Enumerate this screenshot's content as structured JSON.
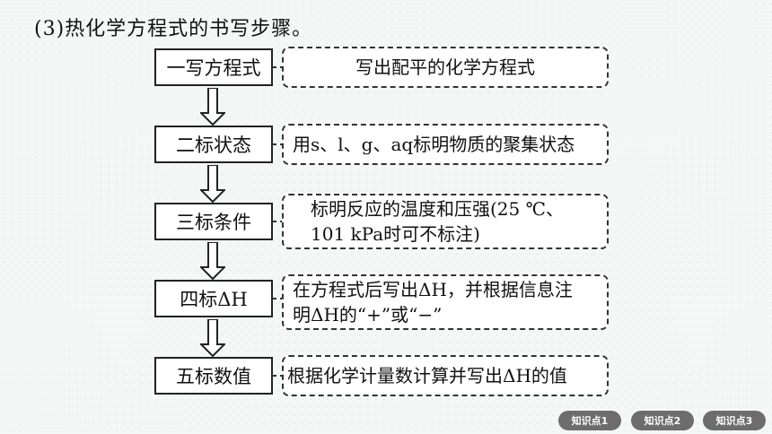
{
  "title": "(3)热化学方程式的书写步骤。",
  "steps": [
    {
      "label": "一写方程式",
      "desc": "写出配平的化学方程式"
    },
    {
      "label": "二标状态",
      "desc": "用s、l、g、aq标明物质的聚集状态"
    },
    {
      "label": "三标条件",
      "desc_line1": "标明反应的温度和压强(25 ℃、",
      "desc_line2": "101 kPa时可不标注)"
    },
    {
      "label": "四标ΔH",
      "desc_line1": "在方程式后写出ΔH，并根据信息注",
      "desc_line2": "明ΔH的“+”或“−”"
    },
    {
      "label": "五标数值",
      "desc": "根据化学计量数计算并写出ΔH的值"
    }
  ],
  "nav": [
    "知识点1",
    "知识点2",
    "知识点3"
  ]
}
